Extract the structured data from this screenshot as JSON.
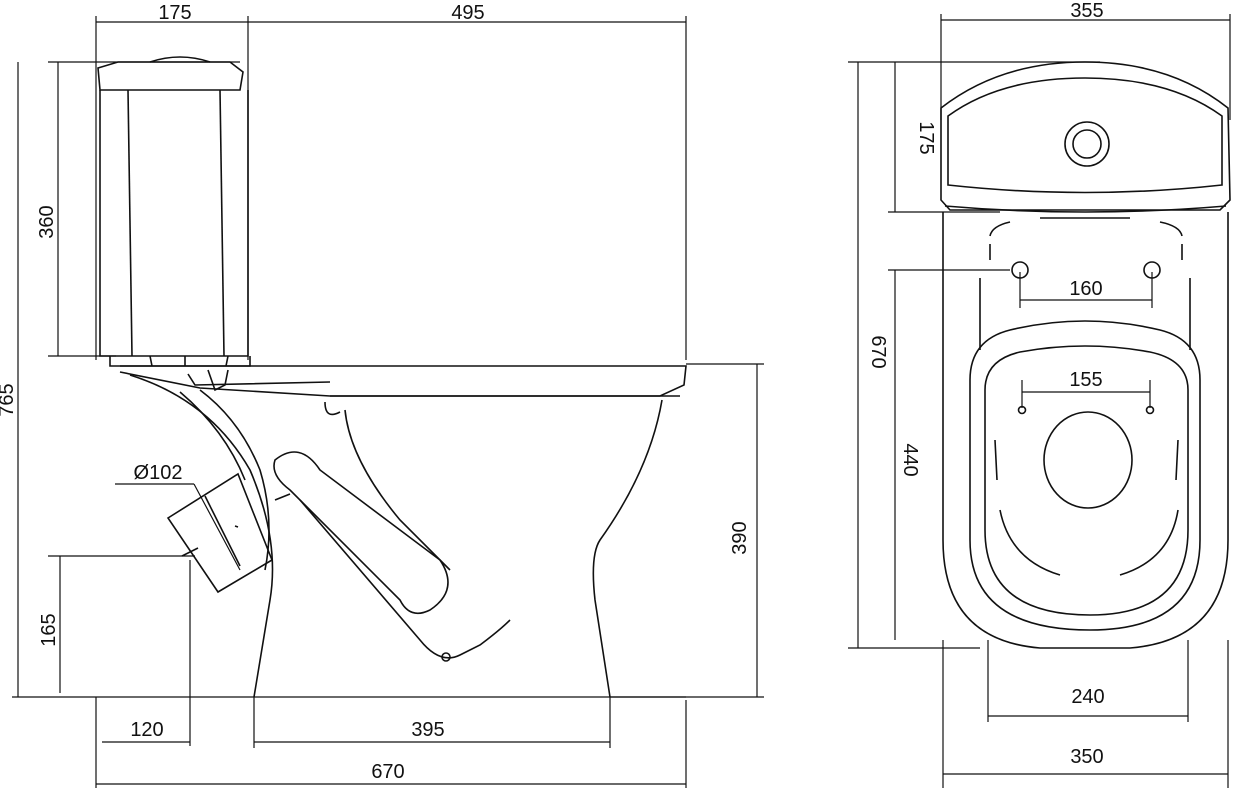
{
  "diagram": {
    "side_view": {
      "dimensions": {
        "tank_depth": "175",
        "bowl_top_length": "495",
        "tank_height": "360",
        "total_height": "765",
        "outlet_diameter": "Ø102",
        "outlet_height": "165",
        "bowl_height": "390",
        "outlet_offset": "120",
        "base_length": "395",
        "total_length": "670"
      }
    },
    "top_view": {
      "dimensions": {
        "total_width": "355",
        "tank_depth": "175",
        "total_length": "670",
        "tank_bolt_spacing": "160",
        "seat_hinge_spacing": "155",
        "seat_length": "440",
        "inner_width": "240",
        "base_width": "350"
      }
    }
  }
}
